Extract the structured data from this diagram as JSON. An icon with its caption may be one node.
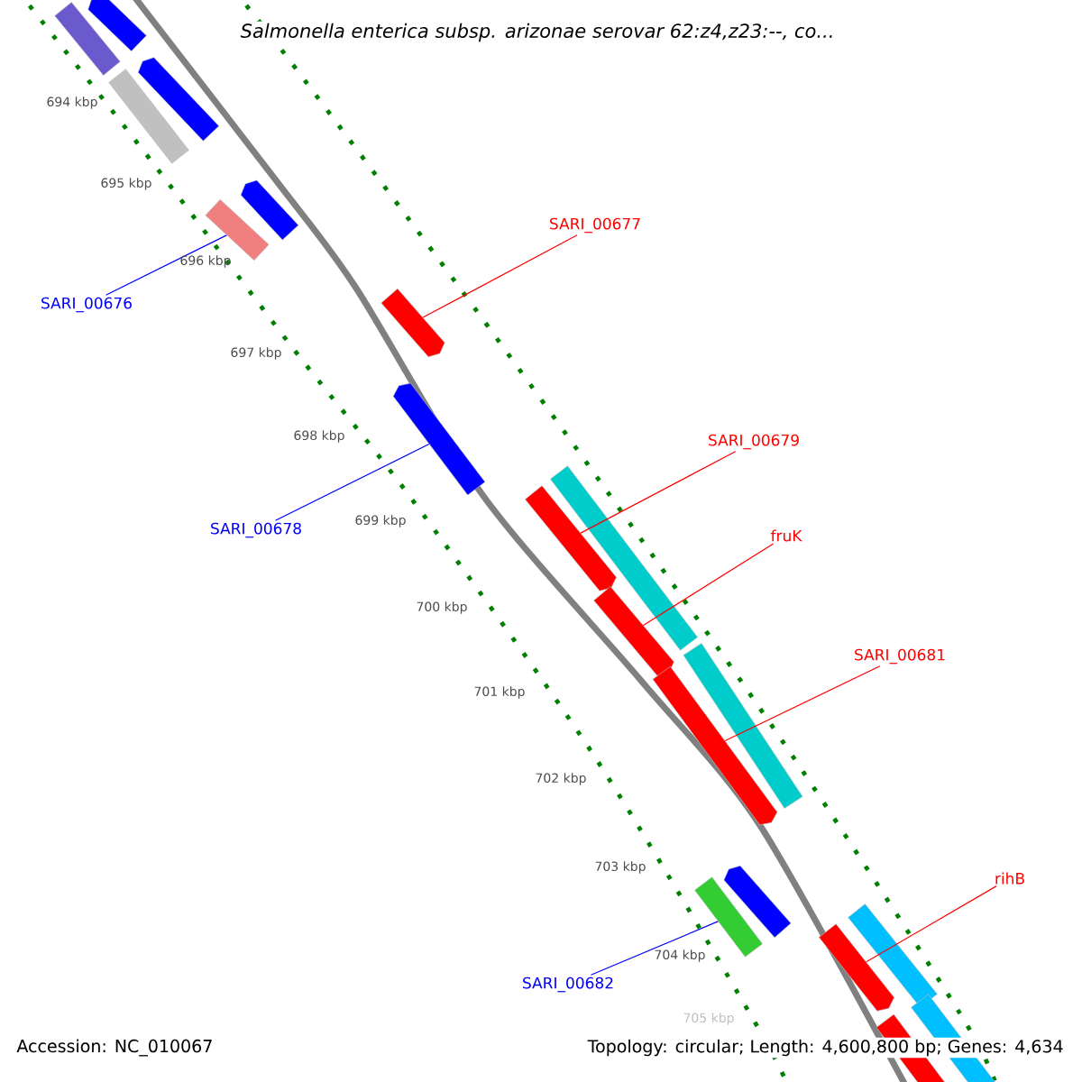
{
  "diagram": {
    "title": "Salmonella enterica subsp. arizonae serovar 62:z4,z23:--, co...",
    "nodes": [
      {
        "text": [],
        "shape": "bar"
      },
      {
        "text": [],
        "shape": "arrow"
      },
      {
        "text": [],
        "shape": "bar"
      },
      {
        "text": [],
        "shape": "arrow"
      },
      {
        "text": [],
        "shape": "bar"
      },
      {
        "text": [],
        "shape": "arrow"
      },
      {
        "text": [
          "SARI_00677"
        ]
      },
      {
        "text": [
          "SARI_00676"
        ]
      },
      {
        "text": [],
        "shape": "arrow"
      },
      {
        "text": [],
        "shape": "arrow"
      },
      {
        "text": [
          "SARI_00679"
        ]
      },
      {
        "text": [],
        "shape": "arrow"
      },
      {
        "text": [],
        "shape": "bar"
      },
      {
        "text": [
          "SARI_00678"
        ]
      },
      {
        "text": [
          "fruK"
        ]
      },
      {
        "text": [],
        "shape": "arrow"
      },
      {
        "text": [
          "SARI_00681"
        ]
      },
      {
        "text": [],
        "shape": "bar"
      },
      {
        "text": [],
        "shape": "arrow"
      },
      {
        "text": [
          "rihB"
        ]
      },
      {
        "text": [],
        "shape": "arrow"
      },
      {
        "text": [],
        "shape": "bar"
      },
      {
        "text": [],
        "shape": "arrow"
      },
      {
        "text": [],
        "shape": "bar"
      },
      {
        "text": [
          "SARI_00682"
        ]
      },
      {
        "text": [],
        "shape": "arrow"
      },
      {
        "text": [],
        "shape": "bar"
      }
    ],
    "edges": [
      {
        "from": 7,
        "to": 4,
        "arrow": "none",
        "color": "#0000ff"
      },
      {
        "from": 6,
        "to": 8,
        "arrow": "none"
      },
      {
        "from": 13,
        "to": 9,
        "arrow": "none",
        "color": "#0000ff"
      },
      {
        "from": 10,
        "to": 11,
        "arrow": "none"
      },
      {
        "from": 14,
        "to": 15,
        "arrow": "none"
      },
      {
        "from": 16,
        "to": 18,
        "arrow": "none"
      },
      {
        "from": 24,
        "to": 21,
        "arrow": "none",
        "color": "#0000ff"
      },
      {
        "from": 19,
        "to": 22,
        "arrow": "none"
      }
    ],
    "labels": [
      "694 kbp",
      "695 kbp",
      "696 kbp",
      "697 kbp",
      "698 kbp",
      "699 kbp",
      "700 kbp",
      "701 kbp",
      "702 kbp",
      "703 kbp",
      "704 kbp",
      "705 kbp",
      "Accession: NC_010067",
      "Topology: circular; Length: 4,600,800 bp; Genes: 4,634"
    ]
  }
}
